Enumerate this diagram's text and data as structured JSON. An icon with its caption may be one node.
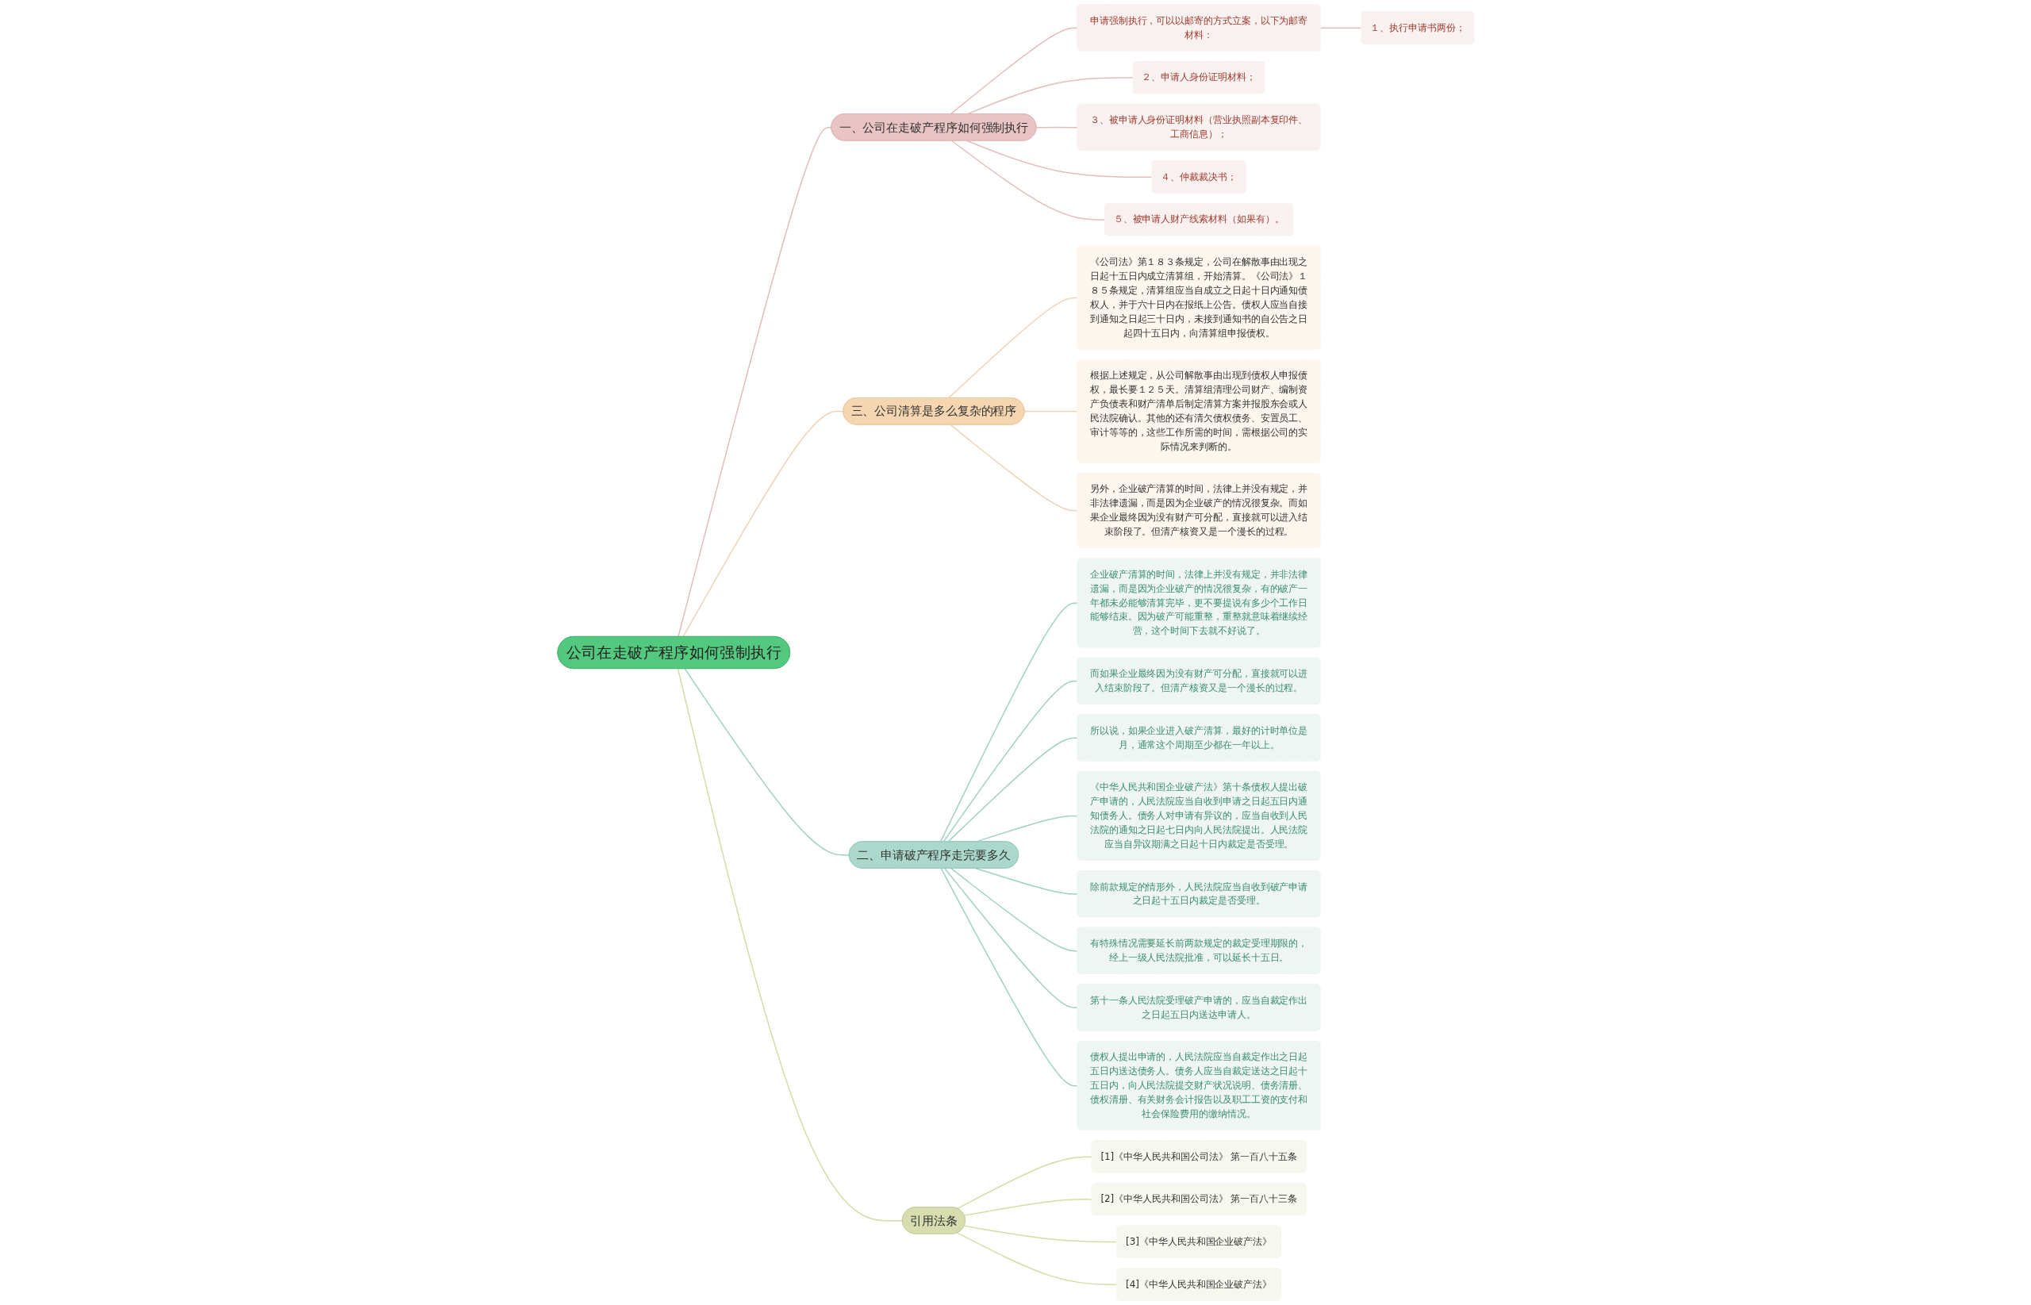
{
  "diagram": {
    "nodes": [
      {
        "text": [
          "公司在走破产程序如何强制执行"
        ]
      },
      {
        "text": [
          "一、公司在走破产程序如何强制执行"
        ]
      },
      {
        "text": [
          "申请强制执行，可以以邮寄的方式立案，以下为邮寄材料："
        ]
      },
      {
        "text": [
          "１、执行申请书两份；"
        ]
      },
      {
        "text": [
          "２、申请人身份证明材料；"
        ]
      },
      {
        "text": [
          "３、被申请人身份证明材料（营业执照副本复印件、工商信息）；"
        ]
      },
      {
        "text": [
          "４、仲裁裁决书；"
        ]
      },
      {
        "text": [
          "５、被申请人财产线索材料（如果有）。"
        ]
      },
      {
        "text": [
          "三、公司清算是多么复杂的程序"
        ]
      },
      {
        "text": [
          "《公司法》第１８３条规定，公司在解散事由出现之日起十五日内成立清算组，开始清算。《公司法》１８５条规定，清算组应当自成立之日起十日内通知债权人，并于六十日内在报纸上公告。债权人应当自接到通知之日起三十日内，未接到通知书的自公告之日起四十五日内，向清算组申报债权。"
        ]
      },
      {
        "text": [
          "根据上述规定，从公司解散事由出现到债权人申报债权，最长要１２５天。清算组清理公司财产、编制资产负债表和财产清单后制定清算方案并报股东会或人民法院确认。其他的还有清欠债权债务、安置员工、审计等等的，这些工作所需的时间，需根据公司的实际情况来判断的。"
        ]
      },
      {
        "text": [
          "另外，企业破产清算的时间，法律上并没有规定，并非法律遗漏，而是因为企业破产的情况很复杂。而如果企业最终因为没有财产可分配，直接就可以进入结束阶段了。但清产核资又是一个漫长的过程。"
        ]
      },
      {
        "text": [
          "二、申请破产程序走完要多久"
        ]
      },
      {
        "text": [
          "企业破产清算的时间，法律上并没有规定，并非法律遗漏，而是因为企业破产的情况很复杂，有的破产一年都未必能够清算完毕，更不要提说有多少个工作日能够结束。因为破产可能重整，重整就意味着继续经营，这个时间下去就不好说了。"
        ]
      },
      {
        "text": [
          "而如果企业最终因为没有财产可分配，直接就可以进入结束阶段了。但清产核资又是一个漫长的过程。"
        ]
      },
      {
        "text": [
          "所以说，如果企业进入破产清算，最好的计时单位是月，通常这个周期至少都在一年以上。"
        ]
      },
      {
        "text": [
          "《中华人民共和国企业破产法》第十条债权人提出破产申请的，人民法院应当自收到申请之日起五日内通知债务人。债务人对申请有异议的，应当自收到人民法院的通知之日起七日内向人民法院提出。人民法院应当自异议期满之日起十日内裁定是否受理。"
        ]
      },
      {
        "text": [
          "除前款规定的情形外，人民法院应当自收到破产申请之日起十五日内裁定是否受理。"
        ]
      },
      {
        "text": [
          "有特殊情况需要延长前两款规定的裁定受理期限的，经上一级人民法院批准，可以延长十五日。"
        ]
      },
      {
        "text": [
          "第十一条人民法院受理破产申请的，应当自裁定作出之日起五日内送达申请人。"
        ]
      },
      {
        "text": [
          "债权人提出申请的，人民法院应当自裁定作出之日起五日内送达债务人。债务人应当自裁定送达之日起十五日内，向人民法院提交财产状况说明、债务清册、债权清册、有关财务会计报告以及职工工资的支付和社会保险费用的缴纳情况。"
        ]
      },
      {
        "text": [
          "引用法条"
        ]
      },
      {
        "text": [
          "[1]《中华人民共和国公司法》 第一百八十五条"
        ]
      },
      {
        "text": [
          "[2]《中华人民共和国公司法》 第一百八十三条"
        ]
      },
      {
        "text": [
          "[3]《中华人民共和国企业破产法》"
        ]
      },
      {
        "text": [
          "[4]《中华人民共和国企业破产法》"
        ]
      }
    ],
    "edges": [
      {
        "from": 0,
        "to": 1,
        "arrow": "none",
        "color": "#e3bcbc"
      },
      {
        "from": 1,
        "to": 2,
        "arrow": "none",
        "color": "#e3bcbc"
      },
      {
        "from": 2,
        "to": 3,
        "arrow": "none",
        "color": "#e3bcbc"
      },
      {
        "from": 1,
        "to": 4,
        "arrow": "none",
        "color": "#e3bcbc"
      },
      {
        "from": 1,
        "to": 5,
        "arrow": "none",
        "color": "#e3bcbc"
      },
      {
        "from": 1,
        "to": 6,
        "arrow": "none",
        "color": "#e3bcbc"
      },
      {
        "from": 1,
        "to": 7,
        "arrow": "none",
        "color": "#e3bcbc"
      },
      {
        "from": 0,
        "to": 8,
        "arrow": "none",
        "color": "#efd3b3"
      },
      {
        "from": 8,
        "to": 9,
        "arrow": "none",
        "color": "#efd3b3"
      },
      {
        "from": 8,
        "to": 10,
        "arrow": "none",
        "color": "#efd3b3"
      },
      {
        "from": 8,
        "to": 11,
        "arrow": "none",
        "color": "#efd3b3"
      },
      {
        "from": 0,
        "to": 12,
        "arrow": "none"
      },
      {
        "from": 12,
        "to": 13,
        "arrow": "none"
      },
      {
        "from": 12,
        "to": 14,
        "arrow": "none"
      },
      {
        "from": 12,
        "to": 15,
        "arrow": "none"
      },
      {
        "from": 12,
        "to": 16,
        "arrow": "none"
      },
      {
        "from": 12,
        "to": 17,
        "arrow": "none"
      },
      {
        "from": 12,
        "to": 18,
        "arrow": "none"
      },
      {
        "from": 12,
        "to": 19,
        "arrow": "none"
      },
      {
        "from": 12,
        "to": 20,
        "arrow": "none"
      },
      {
        "from": 0,
        "to": 21,
        "arrow": "none",
        "color": "#d6dba6"
      },
      {
        "from": 21,
        "to": 22,
        "arrow": "none",
        "color": "#d6dba6"
      },
      {
        "from": 21,
        "to": 23,
        "arrow": "none",
        "color": "#d6dba6"
      },
      {
        "from": 21,
        "to": 24,
        "arrow": "none",
        "color": "#d6dba6"
      },
      {
        "from": 21,
        "to": 25,
        "arrow": "none",
        "color": "#d6dba6"
      }
    ]
  }
}
